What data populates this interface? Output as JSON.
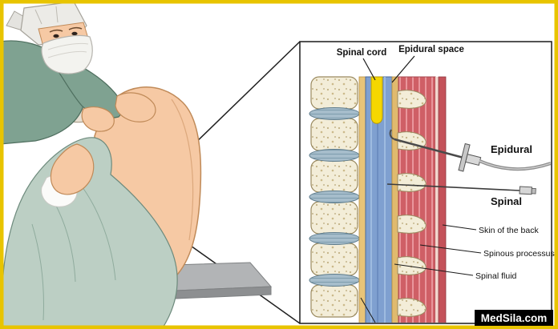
{
  "watermark": {
    "text": "MedSila.com"
  },
  "inset": {
    "top_labels": {
      "spinal_cord": "Spinal cord",
      "epidural_space": "Epidural space"
    },
    "needle_labels": {
      "epidural": "Epidural",
      "spinal": "Spinal"
    },
    "side_labels": {
      "skin_of_the_back": "Skin of the back",
      "spinous_processus": "Spinous processus",
      "spinal_fluid": "Spinal fluid"
    }
  },
  "colors": {
    "frame_border": "#e8c400",
    "spinal_cord_yellow": "#f5d700",
    "spinal_fluid_blue": "#7fa0d0",
    "muscle_red": "#cf5f66",
    "bone_cream": "#f3edd8",
    "scrub_green": "#7fa291",
    "gown_green": "#bccfc4",
    "skin_tone": "#f6c9a4",
    "watermark_bg": "#000000",
    "watermark_text": "#ffffff"
  }
}
